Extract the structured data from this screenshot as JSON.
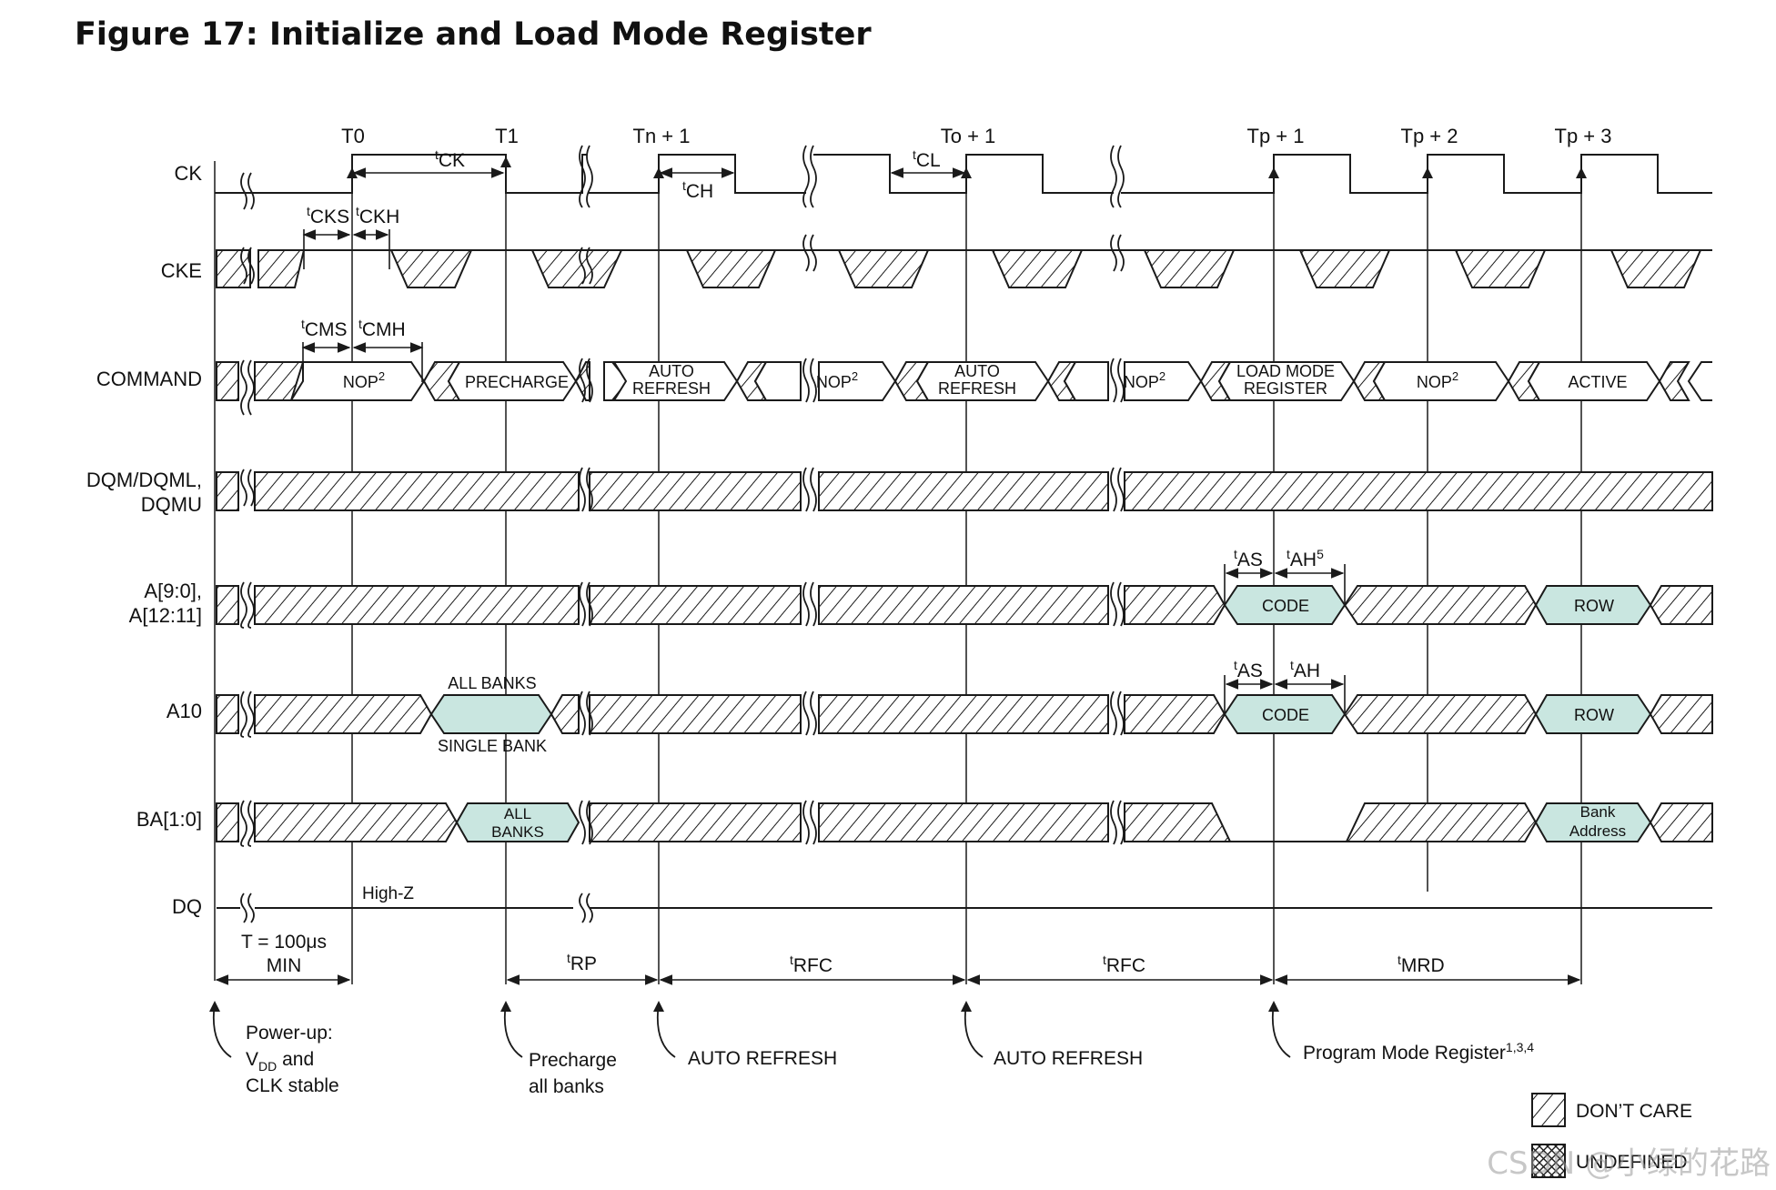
{
  "title": "Figure 17: Initialize and Load Mode Register",
  "signals": {
    "ck": "CK",
    "cke": "CKE",
    "command": "COMMAND",
    "dqm_line1": "DQM/DQML,",
    "dqm_line2": "DQMU",
    "a_line1": "A[9:0],",
    "a_line2": "A[12:11]",
    "a10": "A10",
    "ba": "BA[1:0]",
    "dq": "DQ"
  },
  "clock_edges": {
    "t0": "T0",
    "t1": "T1",
    "tn1": "Tn + 1",
    "to1": "To + 1",
    "tp1": "Tp + 1",
    "tp2": "Tp + 2",
    "tp3": "Tp + 3"
  },
  "timing_params": {
    "tck": "CK",
    "tcks": "CKS",
    "tckh": "CKH",
    "tch": "CH",
    "tcl": "CL",
    "tcms": "CMS",
    "tcmh": "CMH",
    "tas": "AS",
    "tah": "AH",
    "tah_sup": "5",
    "tas2": "AS",
    "tah2": "AH",
    "trp": "RP",
    "trfc1": "RFC",
    "trfc2": "RFC",
    "tmrd": "MRD",
    "t_prefix": "t"
  },
  "commands": {
    "nop1": "NOP",
    "nop_sup": "2",
    "precharge": "PRECHARGE",
    "auto_refresh1_l1": "AUTO",
    "auto_refresh1_l2": "REFRESH",
    "nop2": "NOP",
    "auto_refresh2_l1": "AUTO",
    "auto_refresh2_l2": "REFRESH",
    "nop3": "NOP",
    "lmr_l1": "LOAD MODE",
    "lmr_l2": "REGISTER",
    "nop4": "NOP",
    "active": "ACTIVE"
  },
  "address": {
    "code1": "CODE",
    "row1": "ROW",
    "all_banks_above": "ALL BANKS",
    "single_bank_below": "SINGLE BANK",
    "code2": "CODE",
    "row2": "ROW",
    "ba_all_l1": "ALL",
    "ba_all_l2": "BANKS",
    "ba_bank_l1": "Bank",
    "ba_bank_l2": "Address",
    "high_z": "High-Z"
  },
  "min_time": {
    "line1": "T = 100μs",
    "line2": "MIN"
  },
  "events": {
    "powerup_l1": "Power-up:",
    "powerup_l2_a": "V",
    "powerup_l2_sub": "DD",
    "powerup_l2_b": " and",
    "powerup_l3": "CLK stable",
    "precharge_l1": "Precharge",
    "precharge_l2": "all banks",
    "auto_refresh_a": "AUTO REFRESH",
    "auto_refresh_b": "AUTO REFRESH",
    "program": "Program Mode Register",
    "program_sup": "1,3,4"
  },
  "legend": {
    "dont_care": "DON’T CARE",
    "undefined": "UNDEFINED"
  },
  "watermark": "CSDN @小绿的花路",
  "colors": {
    "valid_fill": "#c9e6e0",
    "line": "#1a1a1a"
  }
}
